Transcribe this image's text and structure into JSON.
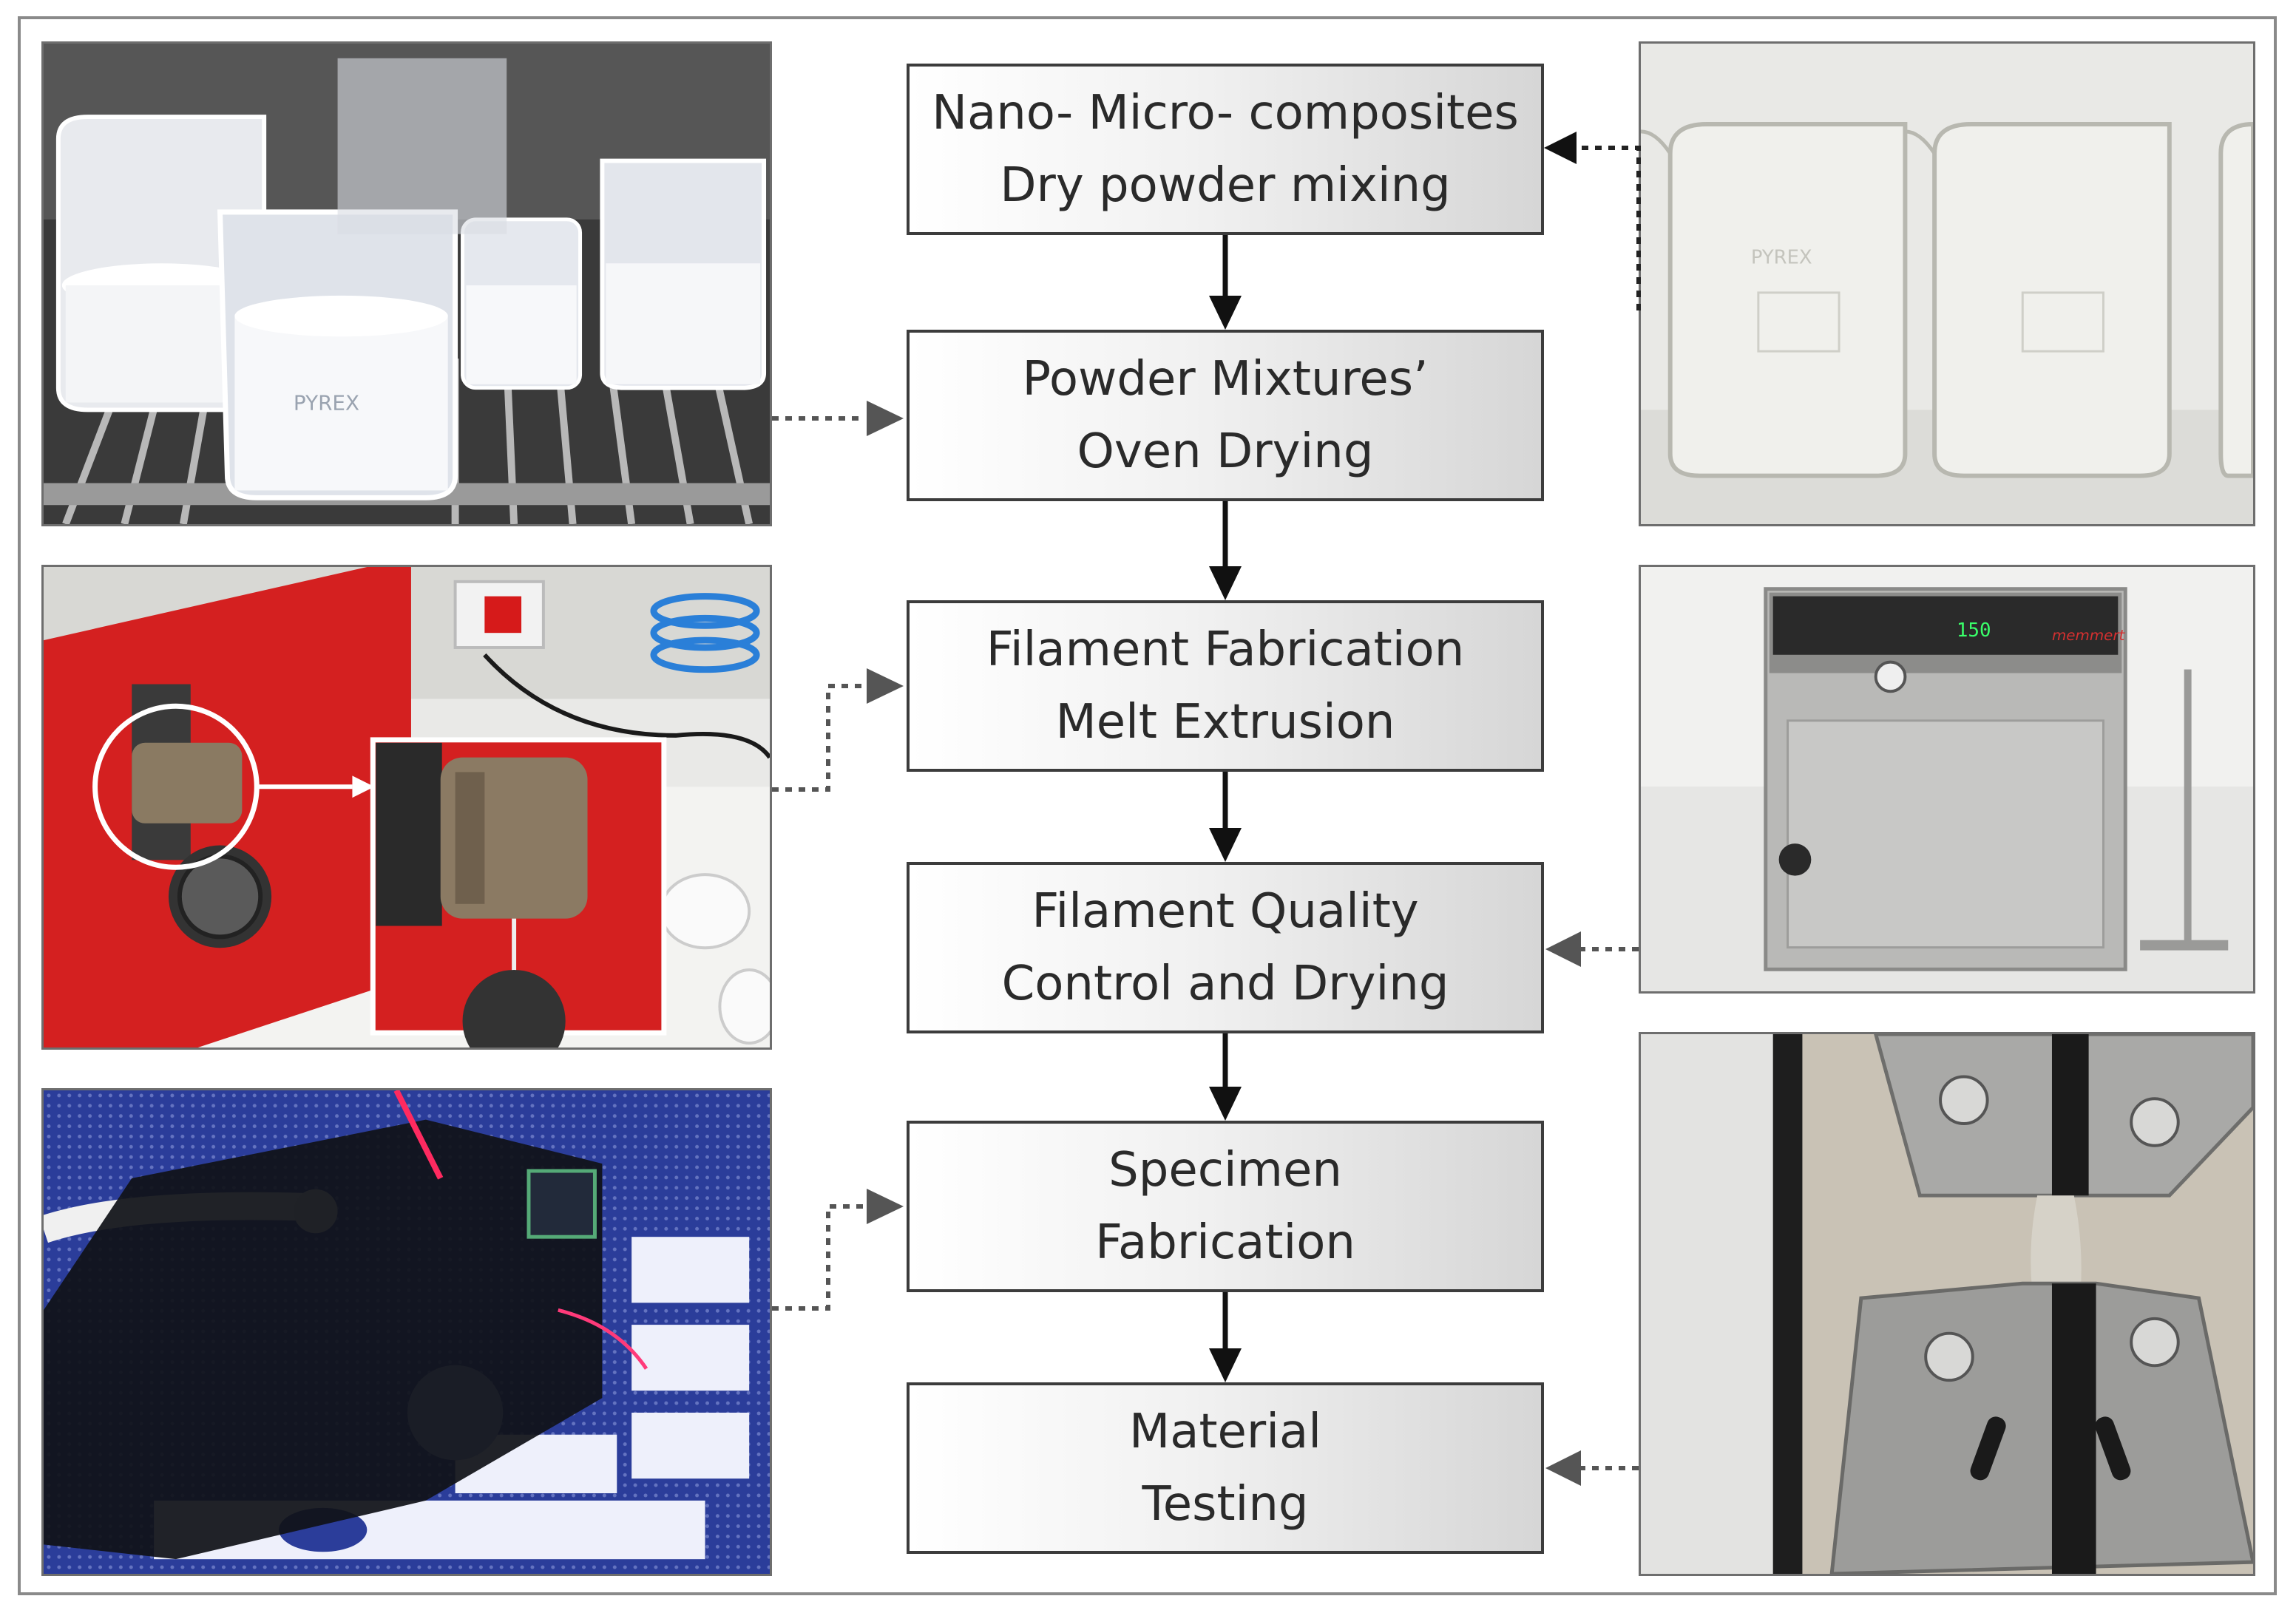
{
  "steps": [
    {
      "line1": "Nano- Micro- composites",
      "line2": "Dry powder mixing"
    },
    {
      "line1": "Powder Mixtures’",
      "line2": "Oven Drying"
    },
    {
      "line1": "Filament Fabrication",
      "line2": "Melt Extrusion"
    },
    {
      "line1": "Filament Quality",
      "line2": "Control and Drying"
    },
    {
      "line1": "Specimen",
      "line2": "Fabrication"
    },
    {
      "line1": "Material",
      "line2": "Testing"
    }
  ],
  "photos": {
    "beaker_oven": {
      "label": "PYREX"
    },
    "beakers_closeup": {
      "label": "PYREX"
    },
    "oven": {
      "brand": "memmert",
      "display": "150"
    }
  },
  "colors": {
    "box_border": "#3c3c3c",
    "arrow": "#111111",
    "dotted_connector": "#555555",
    "extruder_red": "#d42020",
    "printbed_blue": "#2b3d9a"
  }
}
